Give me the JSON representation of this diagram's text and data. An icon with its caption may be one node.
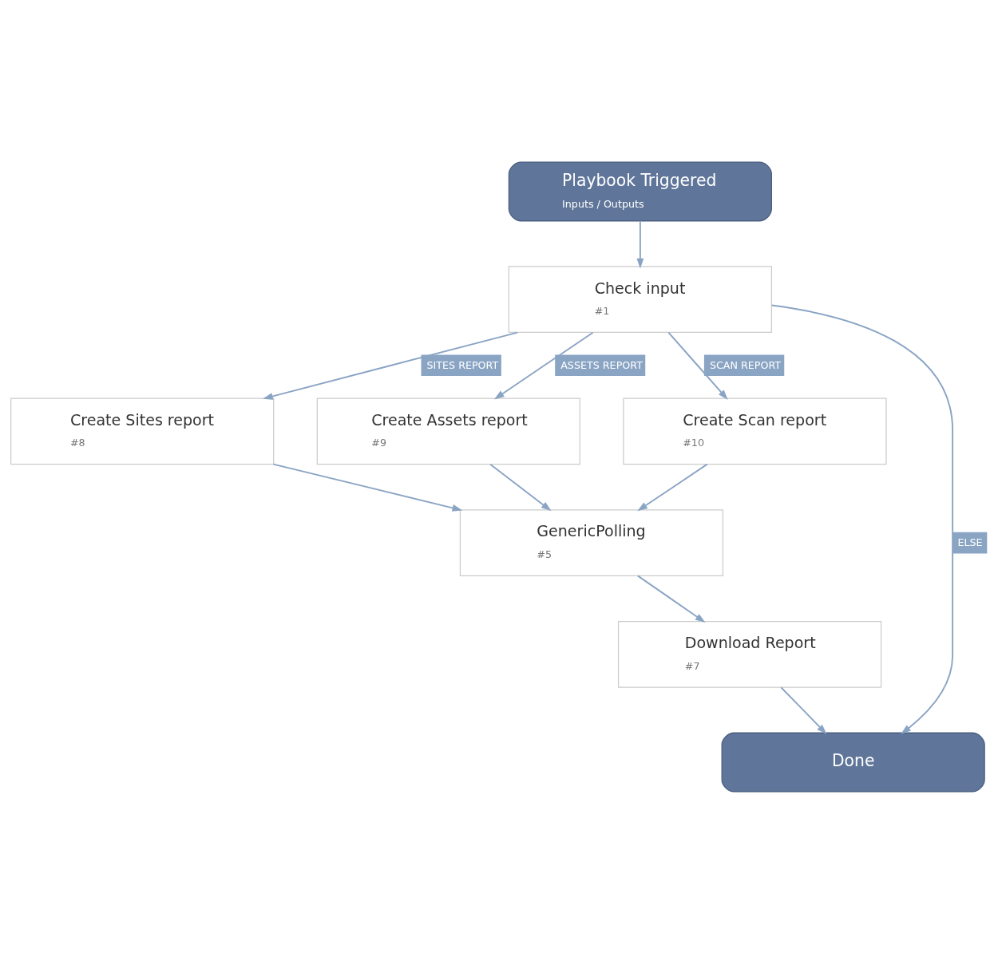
{
  "diagram": {
    "nodes": [
      {
        "text": [
          "Playbook Triggered",
          "Inputs / Outputs"
        ]
      },
      {
        "text": [
          "Check input",
          "#1"
        ]
      },
      {
        "text": [
          "Create Sites report",
          "#8"
        ]
      },
      {
        "text": [
          "Create Assets report",
          "#9"
        ]
      },
      {
        "text": [
          "Create Scan report",
          "#10"
        ]
      },
      {
        "text": [
          "GenericPolling",
          "#5"
        ]
      },
      {
        "text": [
          "Download Report",
          "#7"
        ]
      },
      {
        "text": [
          "Done"
        ]
      }
    ],
    "edges": [
      {
        "from": 0,
        "to": 1,
        "arrow": "to"
      },
      {
        "from": 1,
        "to": 2,
        "arrow": "to",
        "label": "SITES REPORT"
      },
      {
        "from": 1,
        "to": 3,
        "arrow": "to",
        "label": "ASSETS REPORT"
      },
      {
        "from": 1,
        "to": 4,
        "arrow": "to",
        "label": "SCAN REPORT"
      },
      {
        "from": 1,
        "to": 7,
        "arrow": "to",
        "label": "ELSE"
      },
      {
        "from": 2,
        "to": 5,
        "arrow": "to"
      },
      {
        "from": 3,
        "to": 5,
        "arrow": "to"
      },
      {
        "from": 4,
        "to": 5,
        "arrow": "to"
      },
      {
        "from": 5,
        "to": 6,
        "arrow": "to"
      },
      {
        "from": 6,
        "to": 7,
        "arrow": "to"
      }
    ]
  }
}
